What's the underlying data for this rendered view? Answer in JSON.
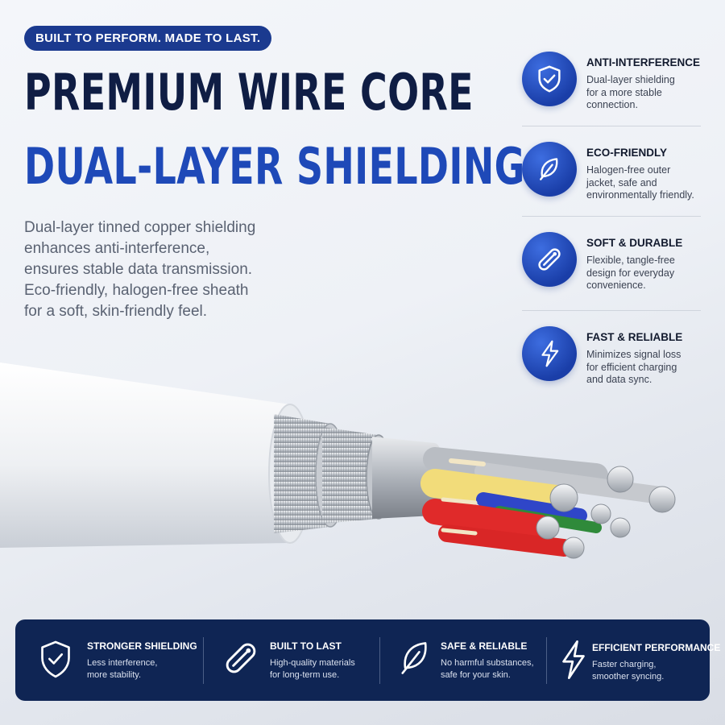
{
  "badge": "BUILT TO PERFORM. MADE TO LAST.",
  "title_line1": "PREMIUM WIRE CORE",
  "title_line2": "DUAL-LAYER SHIELDING",
  "description_lines": [
    "Dual-layer tinned copper shielding",
    "enhances anti-interference,",
    "ensures stable data transmission.",
    "Eco-friendly, halogen-free sheath",
    "for a soft, skin-friendly feel."
  ],
  "features": [
    {
      "icon": "shield-check-icon",
      "title": "ANTI-INTERFERENCE",
      "desc": [
        "Dual-layer shielding",
        "for a more stable",
        "connection."
      ]
    },
    {
      "icon": "leaf-icon",
      "title": "ECO-FRIENDLY",
      "desc": [
        "Halogen-free outer",
        "jacket, safe and",
        "environmentally friendly."
      ]
    },
    {
      "icon": "safety-pin-icon",
      "title": "SOFT & DURABLE",
      "desc": [
        "Flexible, tangle-free",
        "design for everyday",
        "convenience."
      ]
    },
    {
      "icon": "lightning-icon",
      "title": "FAST & RELIABLE",
      "desc": [
        "Minimizes signal loss",
        "for efficient charging",
        "and data sync."
      ]
    }
  ],
  "bottom": [
    {
      "icon": "shield-check-icon",
      "title": "STRONGER SHIELDING",
      "desc": [
        "Less interference,",
        "more stability."
      ]
    },
    {
      "icon": "safety-pin-icon",
      "title": "BUILT TO LAST",
      "desc": [
        "High-quality materials",
        "for long-term use."
      ]
    },
    {
      "icon": "leaf-icon",
      "title": "SAFE & RELIABLE",
      "desc": [
        "No harmful substances,",
        "safe for your skin."
      ]
    },
    {
      "icon": "lightning-icon",
      "title": "EFFICIENT PERFORMANCE",
      "desc": [
        "Faster charging,",
        "smoother syncing."
      ]
    }
  ],
  "colors": {
    "navy": "#0f2554",
    "accent_blue": "#1e49b8",
    "title_dark": "#0f1d44"
  }
}
